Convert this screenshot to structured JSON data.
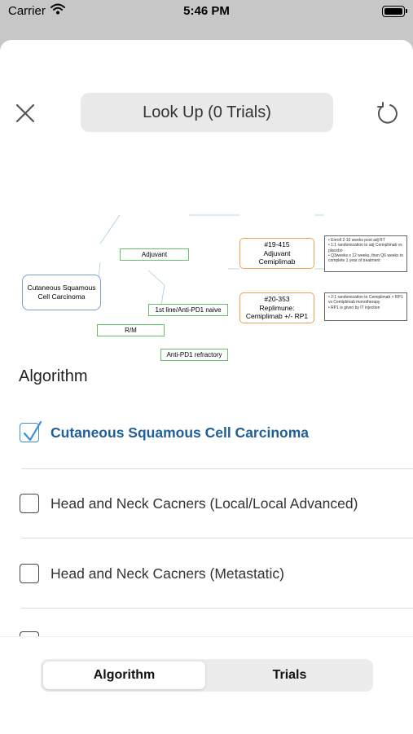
{
  "status_bar": {
    "carrier": "Carrier",
    "time": "5:46 PM"
  },
  "header": {
    "lookup_label": "Look Up (0 Trials)"
  },
  "diagram": {
    "root": "Cutaneous Squamous Cell Carcinoma",
    "branches": [
      "Adjuvant",
      "R/M"
    ],
    "rm_children": [
      "1st line/Anti-PD1 naive",
      "Anti-PD1 refractory"
    ],
    "trial1": {
      "id": "#19-415",
      "line2": "Adjuvant",
      "line3": "Cemiplimab"
    },
    "trial2": {
      "id": "#20-353",
      "line2": "Replimune:",
      "line3": "Cemiplimab +/- RP1"
    },
    "notes1": [
      "Enroll 2-10 weeks post adj RT",
      "1:1 randomization to adj Cemiplimab vs placebo",
      "Q3weeks x 12 weeks, then Q6 weeks to complete 1 year of treatment"
    ],
    "notes2": [
      "2:1 randomization to Cemiplimab + RP1 vs Cemiplimab monotherapy",
      "RP1 is given by IT injection"
    ]
  },
  "algorithm": {
    "title": "Algorithm",
    "options": [
      {
        "label": "Cutaneous Squamous Cell Carcinoma",
        "checked": true
      },
      {
        "label": "Head and Neck Cacners (Local/Local Advanced)",
        "checked": false
      },
      {
        "label": "Head and Neck Cacners (Metastatic)",
        "checked": false
      }
    ]
  },
  "segmented": {
    "algorithm_label": "Algorithm",
    "trials_label": "Trials",
    "selected": "Algorithm"
  },
  "icons": {
    "close": "close-icon",
    "refresh": "refresh-icon",
    "wifi": "wifi-icon",
    "battery": "battery-icon",
    "checkbox_checked": "checkbox-checked-icon"
  },
  "colors": {
    "accent": "#3c8fd6",
    "selected_text": "#1f5f99",
    "modal_backdrop": "#c7c7c7"
  }
}
